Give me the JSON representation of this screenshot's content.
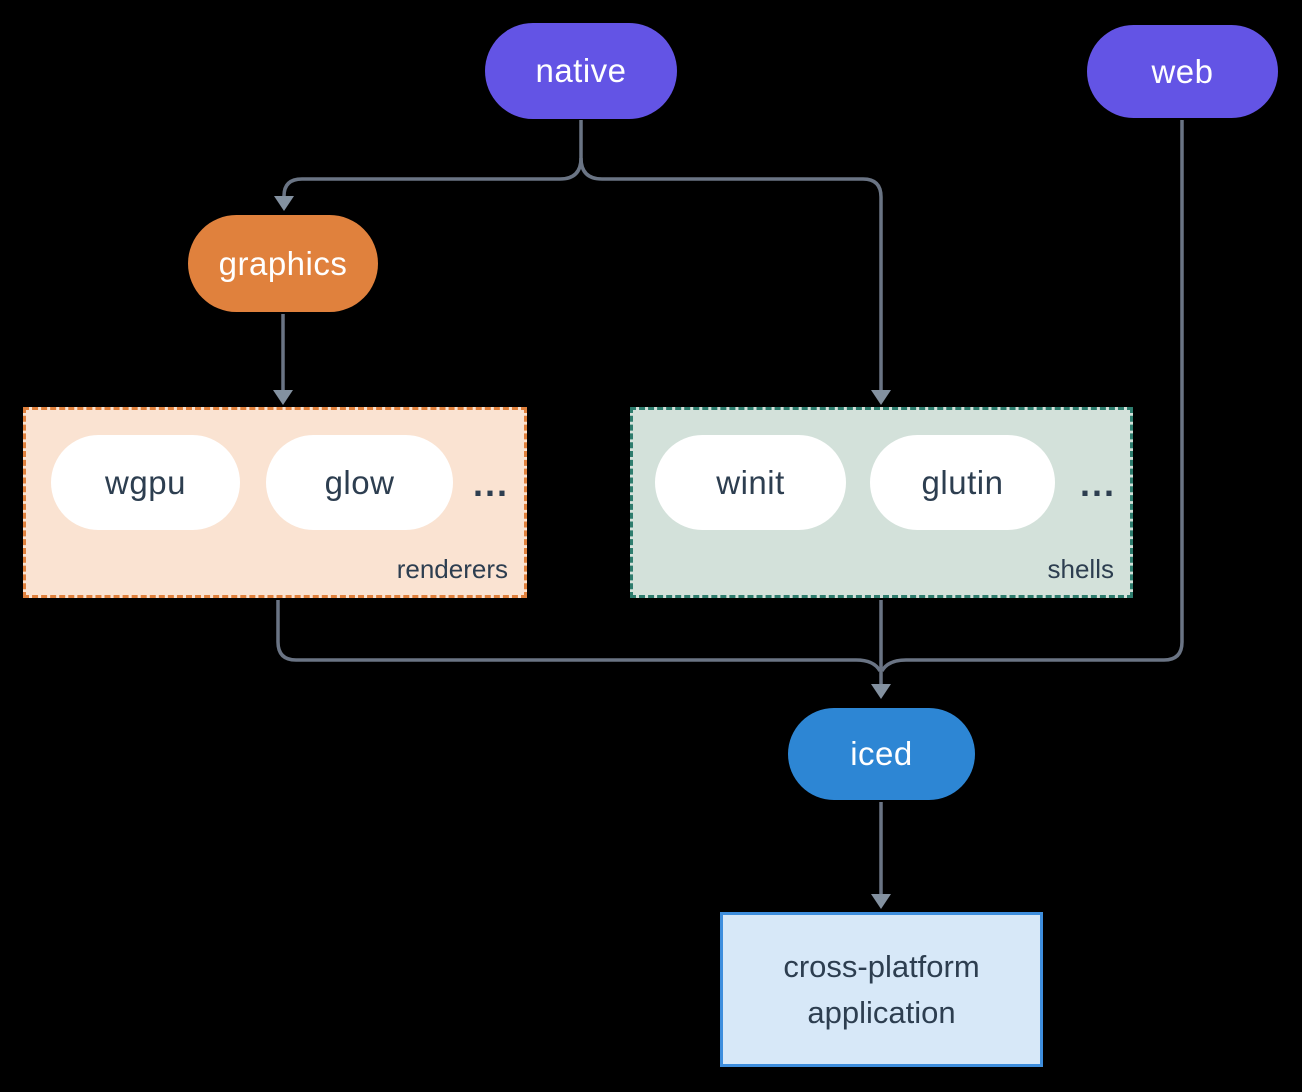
{
  "diagram": {
    "nodes": {
      "native": {
        "label": "native"
      },
      "web": {
        "label": "web"
      },
      "graphics": {
        "label": "graphics"
      },
      "iced": {
        "label": "iced"
      },
      "app": {
        "line1": "cross-platform",
        "line2": "application"
      }
    },
    "groups": {
      "renderers": {
        "label": "renderers",
        "items": [
          "wgpu",
          "glow"
        ],
        "ellipsis": "..."
      },
      "shells": {
        "label": "shells",
        "items": [
          "winit",
          "glutin"
        ],
        "ellipsis": "..."
      }
    },
    "colors": {
      "purple": "#6354e5",
      "orange": "#e0813d",
      "blue": "#2d86d4",
      "peachBg": "#fae3d2",
      "peachBorder": "#e0813d",
      "sageBg": "#d3e1da",
      "sageBorder": "#2e7d6e",
      "appBg": "#d7e8f8",
      "appBorder": "#3e8edd",
      "darkText": "#2d3e50",
      "lineGray": "#6a7484",
      "arrowGray": "#8391a0",
      "white": "#ffffff",
      "background": "#000000"
    }
  }
}
